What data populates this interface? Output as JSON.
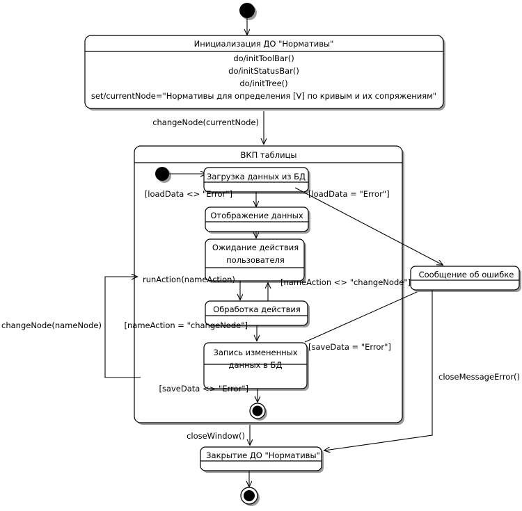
{
  "diagram": {
    "type": "uml-state-machine",
    "language": "ru",
    "states": {
      "init_state": {
        "name": "Инициализация ДО \"Нормативы\"",
        "actions": [
          "do/initToolBar()",
          "do/initStatusBar()",
          "do/initTree()",
          "set/currentNode=\"Нормативы для определения [V] по кривым и их сопряжениям\""
        ]
      },
      "composite": {
        "name": "ВКП таблицы"
      },
      "load_data": {
        "name": "Загрузка данных из БД"
      },
      "show_data": {
        "name": "Отображение данных"
      },
      "wait_action": {
        "name_line1": "Ожидание действия",
        "name_line2": "пользователя"
      },
      "process_action": {
        "name": "Обработка действия"
      },
      "save_data": {
        "name_line1": "Запись измененных",
        "name_line2": "данных в БД"
      },
      "error_message": {
        "name": "Сообщение об ошибке"
      },
      "close_state": {
        "name": "Закрытие ДО \"Нормативы\""
      }
    },
    "transitions": {
      "change_node_current": "changeNode(currentNode)",
      "load_ok": "[loadData <> \"Error\"]",
      "load_error": "[loadData = \"Error\"]",
      "run_action": "runAction(nameAction)",
      "name_action_ne": "[nameAction <> \"changeNode\"]",
      "name_action_eq": "[nameAction = \"changeNode\"]",
      "save_error": "[saveData = \"Error\"]",
      "save_ok": "[saveData <> \"Error\"]",
      "change_node_name": "changeNode(nameNode)",
      "close_window": "closeWindow()",
      "close_message_error": "closeMessageError()"
    },
    "colors": {
      "line": "#000000",
      "fill": "#ffffff",
      "shadow": "#9a9a9a"
    }
  }
}
